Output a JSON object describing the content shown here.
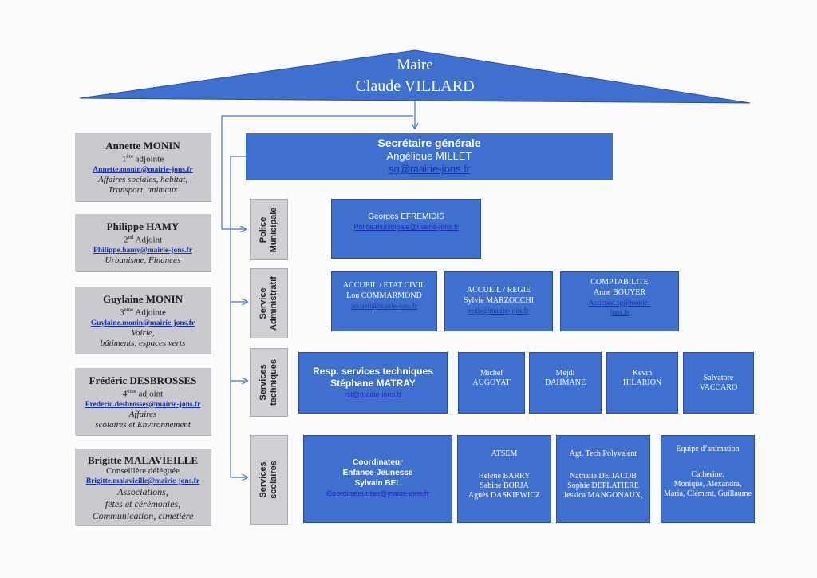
{
  "maire": {
    "title": "Maire",
    "name": "Claude VILLARD"
  },
  "adjoints": [
    {
      "name": "Annette MONIN",
      "role_num": "1",
      "role_sup": "ère",
      "role_text": "adjointe",
      "email": "Annette.monin@mairie-jons.fr",
      "domains": [
        "Affaires sociales, habitat,",
        "Transport, animaux"
      ]
    },
    {
      "name": "Philippe HAMY",
      "role_num": "2",
      "role_sup": "nd",
      "role_text": "Adjoint",
      "email": "Philippe.hamy@mairie-jons.fr",
      "domains": [
        "Urbanisme, Finances"
      ]
    },
    {
      "name": "Guylaine MONIN",
      "role_num": "3",
      "role_sup": "eme",
      "role_text": "Adjointe",
      "email": "Guylaine.monin@mairie-jons.fr",
      "domains": [
        "Voirie,",
        "bâtiments, espaces verts"
      ]
    },
    {
      "name": "Frédéric DESBROSSES",
      "role_num": "4",
      "role_sup": "ème",
      "role_text": "adjoint",
      "email": "Frederic.desbrosses@mairie-jons.fr",
      "domains": [
        "Affaires",
        "scolaires et Environnement"
      ]
    },
    {
      "name": "Brigitte MALAVIEILLE",
      "role_text": "Conseillère déléguée",
      "email": "Brigitte.malavieille@mairie-jons.fr",
      "domains": [
        "Associations,",
        "fêtes et cérémonies,",
        "Communication, cimetière"
      ]
    }
  ],
  "secretaire": {
    "title": "Secrétaire générale",
    "name": "Angélique MILLET",
    "email": "sg@mairie-jons.fr"
  },
  "services": [
    "Police\nMunicipale",
    "Service\nAdministratif",
    "Services\ntechniques",
    "Services\nscolaires"
  ],
  "police": {
    "name": "Georges EFREMIDIS",
    "email": "Police.municipale@mairie-jons.fr"
  },
  "admin": [
    {
      "title": "ACCUEIL / ETAT CIVIL",
      "name": "Lou COMMARMOND",
      "email": "accueil@mairie-jons.fr"
    },
    {
      "title": "ACCUEIL  /  REGIE",
      "name": "Sylvie MARZOCCHI",
      "email": "regie@mairie-jons.fr"
    },
    {
      "title": "COMPTABILITE",
      "name": "Anne BOUYER",
      "email_1": "Assistant.sg@mairie-",
      "email_2": "jons.fr"
    }
  ],
  "technique": {
    "title": "Resp. services techniques",
    "name": "Stéphane MATRAY",
    "email": "rst@mairie-jons.fr",
    "agents": [
      {
        "first": "Michel",
        "last": "AUGOYAT"
      },
      {
        "first": "Mejdi",
        "last": "DAHMANE"
      },
      {
        "first": "Kevin",
        "last": "HILARION"
      },
      {
        "first": "Salvatore",
        "last": "VACCARO"
      }
    ]
  },
  "scolaire": {
    "coordinator_title_1": "Coordinateur",
    "coordinator_title_2": "Enfance-Jeunesse",
    "coordinator_name": "Sylvain BEL",
    "coordinator_email": "Coordinateur.tap@mairie-jons.fr",
    "atsem": {
      "title": "ATSEM",
      "members": [
        "Hélène BARRY",
        "Sabine BORJA",
        "Agnès DASKIEWICZ"
      ]
    },
    "agt": {
      "title": "Agt. Tech Polyvalent",
      "members": [
        "Nathalie DE JACOB",
        "Sophie DEPLATIERE",
        "Jessica MANGONAUX,"
      ]
    },
    "animation": {
      "title": "Equipe d’animation",
      "members": [
        "Catherine,",
        "Monique,  Alexandra,",
        "Maria, Clément, Guillaume"
      ]
    }
  },
  "colors": {
    "blue_box": "#3f6fcf",
    "grey_box": "#c9c9ce",
    "link": "#1a2fb0",
    "connector": "#4a74c9"
  }
}
